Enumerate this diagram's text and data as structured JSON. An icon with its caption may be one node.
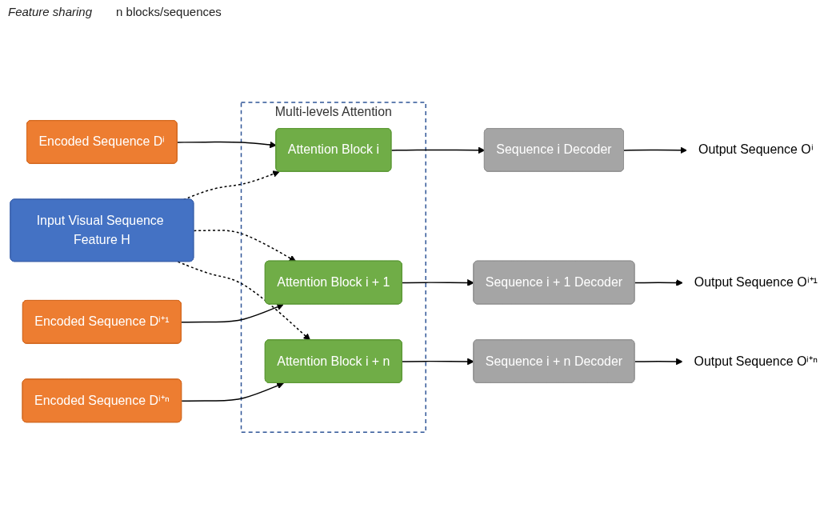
{
  "diagram": {
    "nodes": [
      {
        "text": [
          "Input Visual Sequence Feature H"
        ]
      },
      {
        "text": [
          "Encoded Sequence Dⁱ"
        ]
      },
      {
        "text": [
          "Encoded Sequence Dⁱ⁺¹"
        ]
      },
      {
        "text": [
          "Encoded Sequence Dⁱ⁺ⁿ"
        ]
      },
      {
        "text": [
          "Multi-levels Attention"
        ]
      },
      {
        "text": [
          "Attention Block i"
        ],
        "in": 4
      },
      {
        "text": [
          "Attention Block i + 1"
        ],
        "in": 4
      },
      {
        "text": [
          "Attention Block i + n"
        ],
        "in": 4
      },
      {
        "text": [
          "Sequence i Decoder"
        ]
      },
      {
        "text": [
          "Sequence i + 1 Decoder"
        ]
      },
      {
        "text": [
          "Sequence i + n Decoder"
        ]
      },
      {
        "text": [
          "Output Sequence Oⁱ"
        ]
      },
      {
        "text": [
          "Output Sequence Oⁱ⁺¹"
        ]
      },
      {
        "text": [
          "Output Sequence Oⁱ⁺ⁿ"
        ]
      }
    ],
    "edges": [
      {
        "from": 0,
        "to": 5,
        "arrow": "to",
        "style": "dashed"
      },
      {
        "from": 0,
        "to": 6,
        "arrow": "to",
        "style": "dashed"
      },
      {
        "from": 0,
        "to": 7,
        "arrow": "to",
        "style": "dashed"
      },
      {
        "from": 1,
        "to": 5,
        "arrow": "to"
      },
      {
        "from": 2,
        "to": 6,
        "arrow": "to"
      },
      {
        "from": 3,
        "to": 7,
        "arrow": "to"
      },
      {
        "from": 5,
        "to": 8,
        "arrow": "to"
      },
      {
        "from": 6,
        "to": 9,
        "arrow": "to"
      },
      {
        "from": 7,
        "to": 10,
        "arrow": "to"
      },
      {
        "from": 8,
        "to": 11,
        "arrow": "to"
      },
      {
        "from": 9,
        "to": 12,
        "arrow": "to"
      },
      {
        "from": 10,
        "to": 13,
        "arrow": "to"
      }
    ],
    "labels": [
      "Feature sharing",
      "n blocks/sequences"
    ]
  }
}
